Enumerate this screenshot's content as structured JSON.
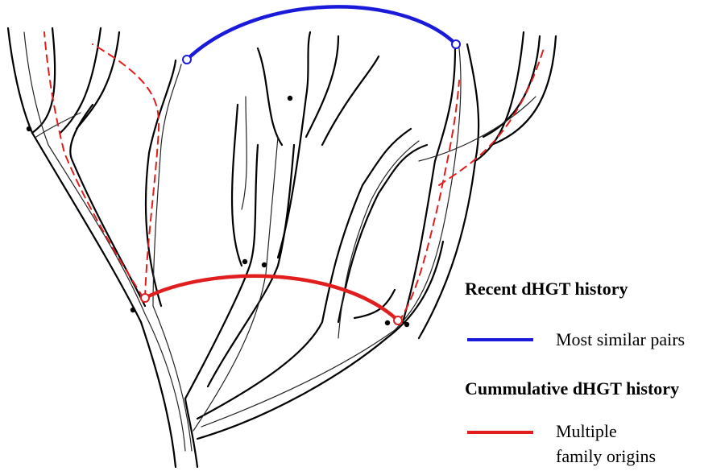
{
  "legend": {
    "recent_heading": "Recent dHGT history",
    "recent_item_label": "Most similar pairs",
    "cumulative_heading": "Cummulative dHGT history",
    "cumulative_item_label_line1": "Multiple",
    "cumulative_item_label_line2": "family origins"
  },
  "colors": {
    "recent": "#1a1adb",
    "cumulative": "#e11d1d",
    "tree": "#000000",
    "gene": "#222222",
    "gene_dashed": "#e11d1d"
  }
}
